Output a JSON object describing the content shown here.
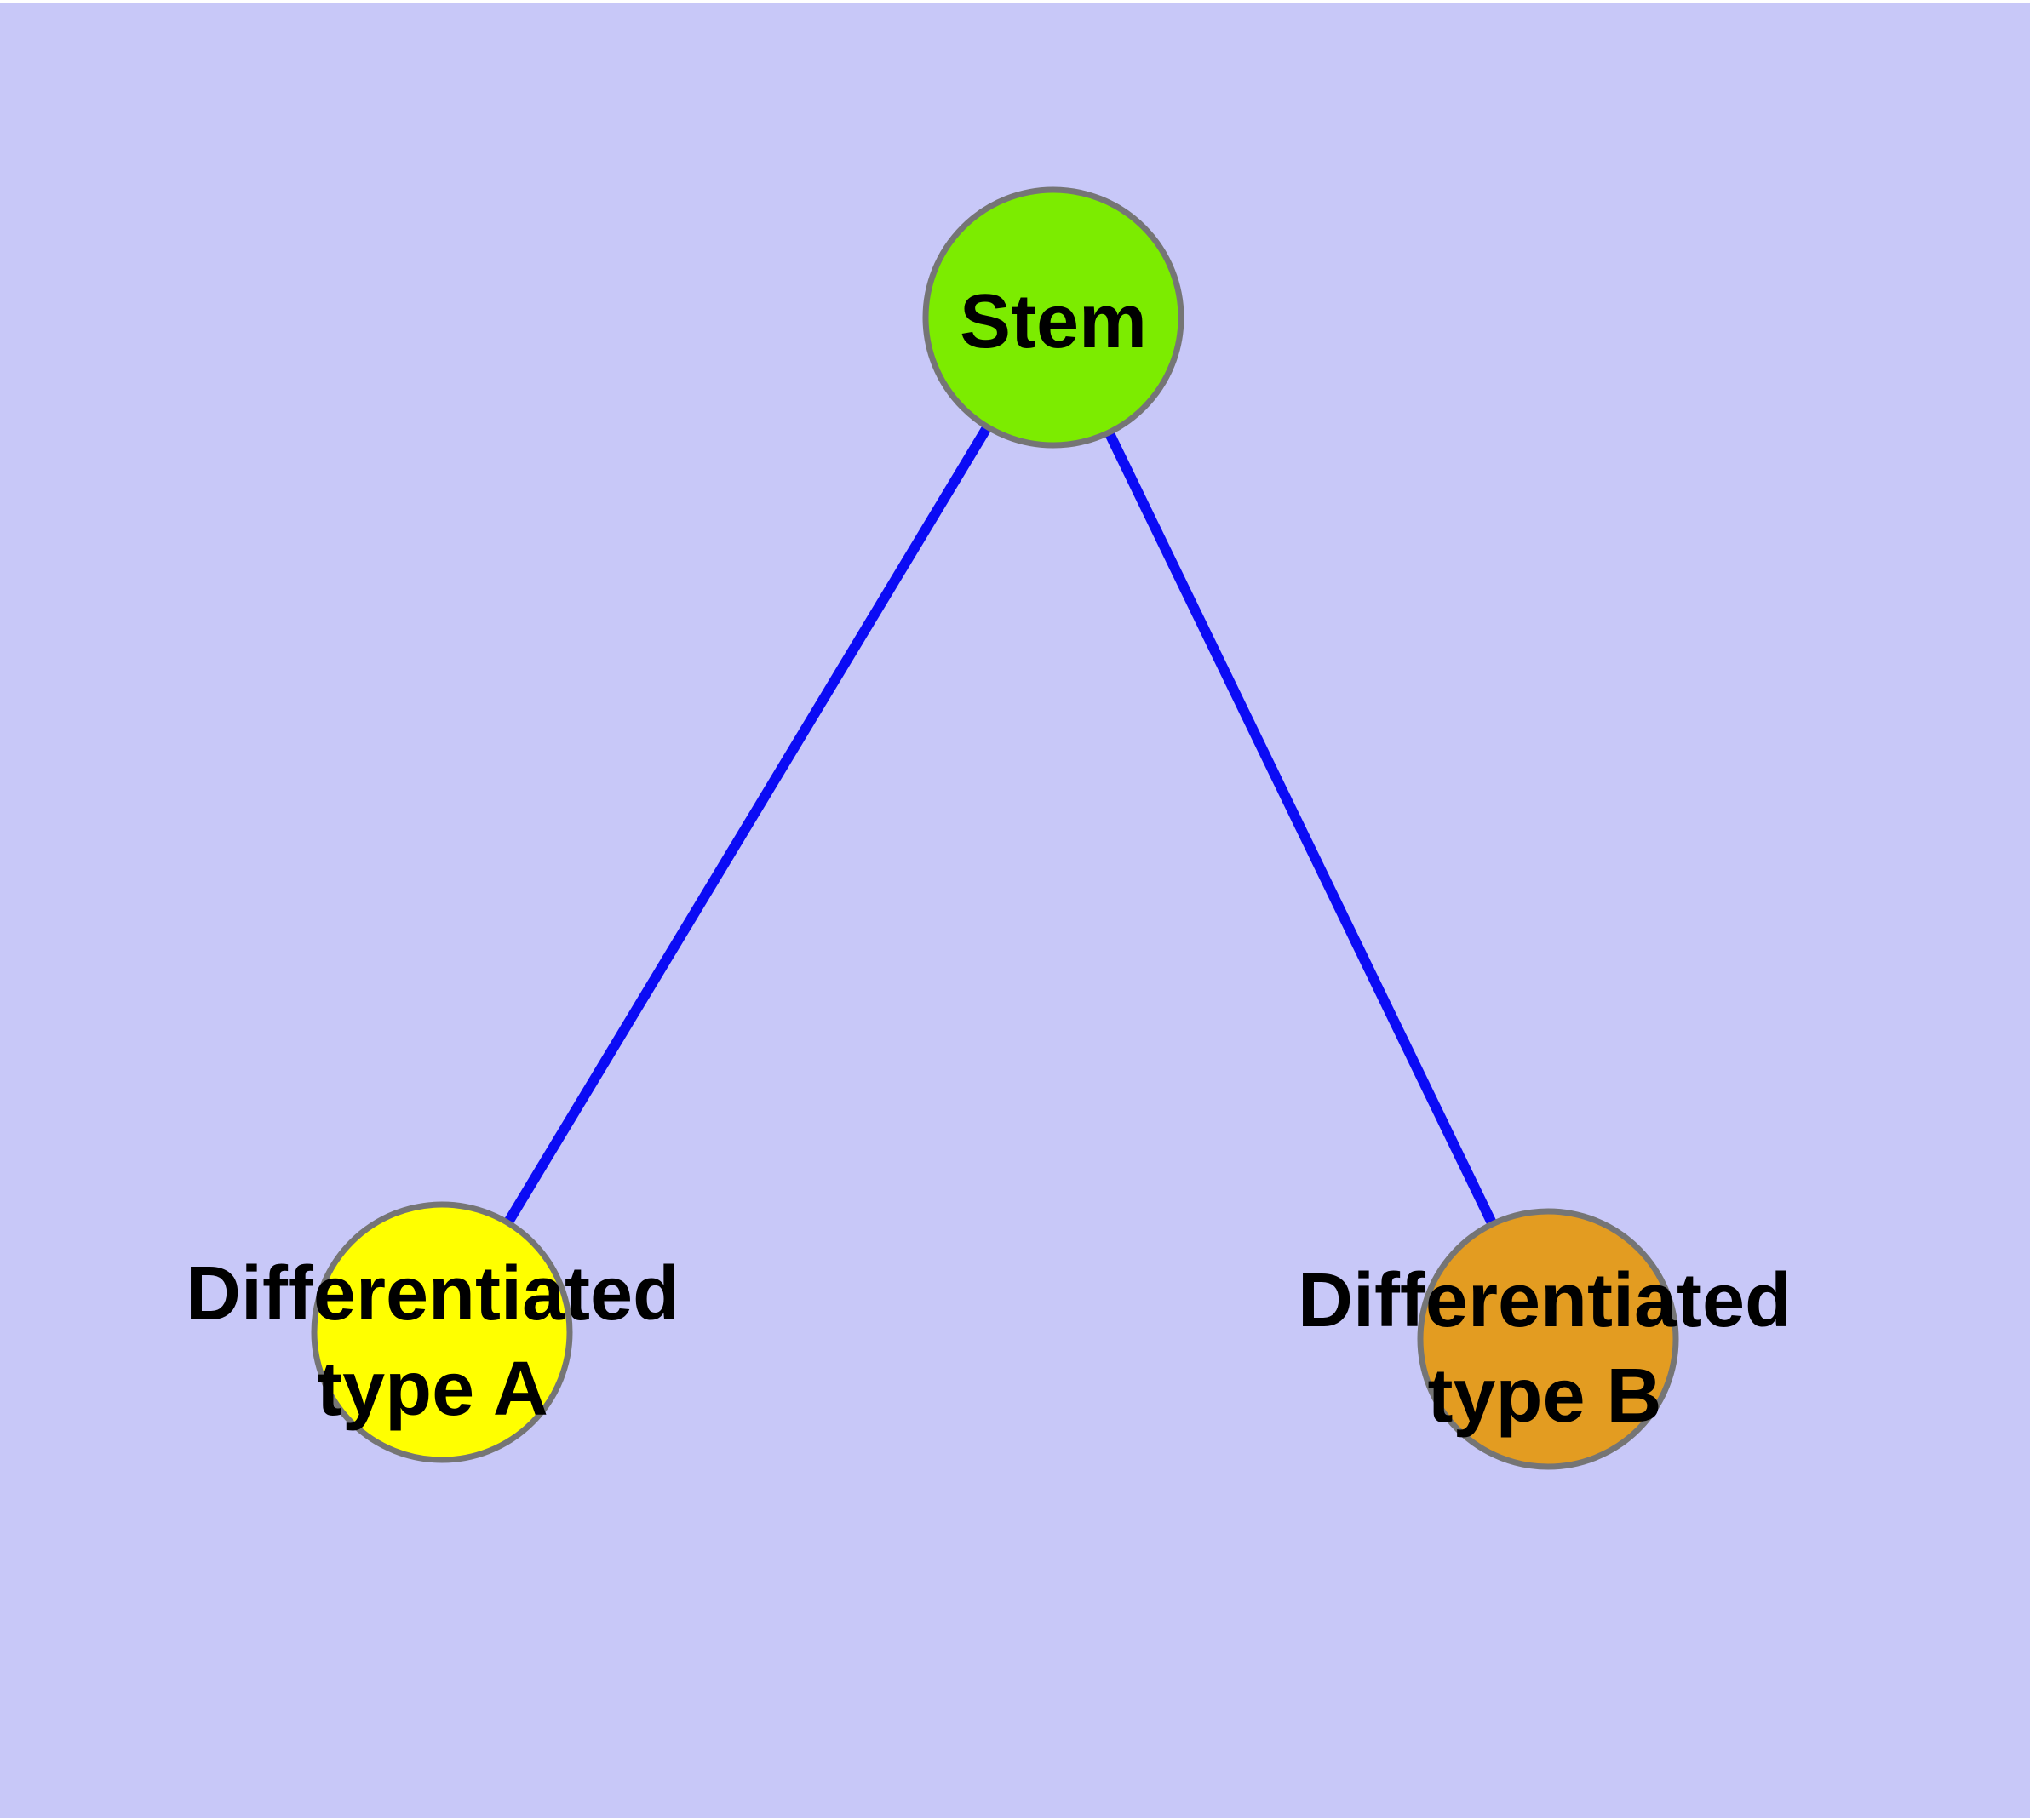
{
  "diagram": {
    "type": "graph",
    "background_color": "#C8C8F8",
    "margin_color": "#FFFFFF",
    "edge_color": "#0B0BF5",
    "node_border_color": "#757575",
    "label_color": "#000000",
    "nodes": {
      "stem": {
        "label": "Stem",
        "color": "#7CEC00"
      },
      "type_a": {
        "label_line1": "Differentiated",
        "label_line2": "type A",
        "label_full": "Differentiated type A",
        "color": "#FFFF00"
      },
      "type_b": {
        "label_line1": "Differentiated",
        "label_line2": "type B",
        "label_full": "Differentiated type B",
        "color": "#E39C21"
      }
    },
    "edges": [
      {
        "from": "Stem",
        "to": "Differentiated type A"
      },
      {
        "from": "Stem",
        "to": "Differentiated type B"
      }
    ]
  }
}
